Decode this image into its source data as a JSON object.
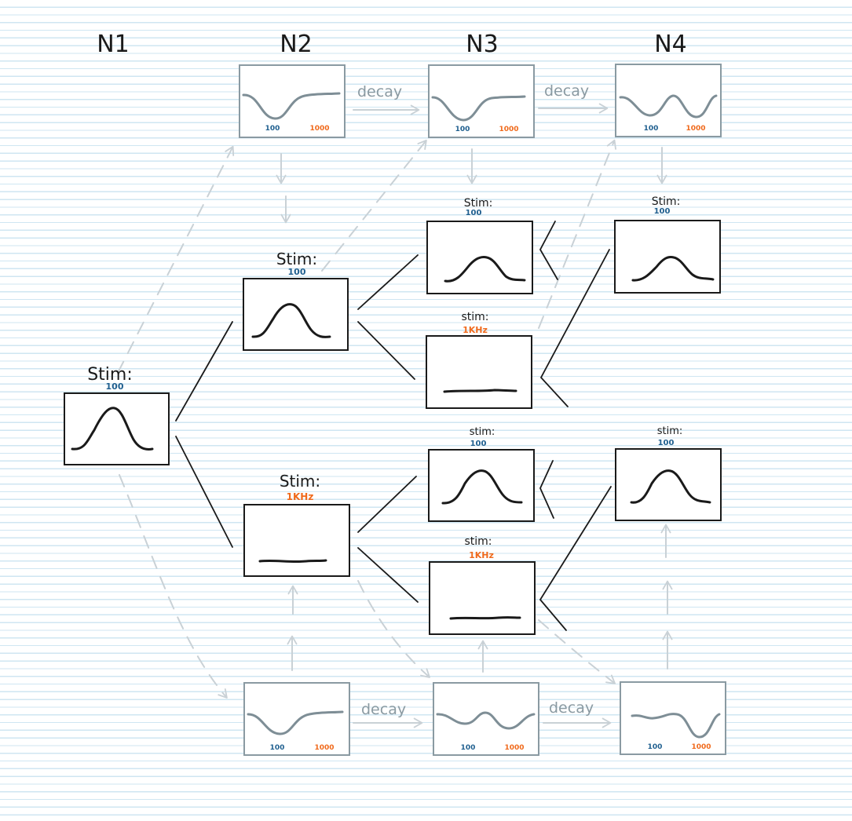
{
  "columns": [
    "N1",
    "N2",
    "N3",
    "N4"
  ],
  "labels": {
    "stim": "Stim:",
    "stim_lower": "stim:",
    "freq_100": "100",
    "freq_1000": "1000",
    "freq_1khz": "1KHz",
    "decay": "decay"
  },
  "colors": {
    "ink": "#1a1a1a",
    "blue": "#1f5f8f",
    "orange": "#f06a1c",
    "gray_box": "#8a9aa2",
    "gray_curve": "#7e8e96",
    "gray_arrow": "#c9d1d6",
    "ruled_line": "#cfe6f2"
  },
  "adaptation_rows": [
    {
      "row": "top",
      "columns": [
        "N2",
        "N3",
        "N4"
      ],
      "legend": [
        "100",
        "1000"
      ]
    },
    {
      "row": "bottom",
      "columns": [
        "N2",
        "N3",
        "N4"
      ],
      "legend": [
        "100",
        "1000"
      ]
    }
  ],
  "stimulus_tree": [
    {
      "column": "N1",
      "stim": "100",
      "response": "peak"
    },
    {
      "column": "N2",
      "stim": "100",
      "response": "peak"
    },
    {
      "column": "N2",
      "stim": "1KHz",
      "response": "flat"
    },
    {
      "column": "N3",
      "stim": "100",
      "response": "peak"
    },
    {
      "column": "N3",
      "stim": "1KHz",
      "response": "flat"
    },
    {
      "column": "N3",
      "stim": "100",
      "response": "peak"
    },
    {
      "column": "N3",
      "stim": "1KHz",
      "response": "flat"
    },
    {
      "column": "N4",
      "stim": "100",
      "response": "peak"
    },
    {
      "column": "N4",
      "stim": "100",
      "response": "peak"
    }
  ]
}
